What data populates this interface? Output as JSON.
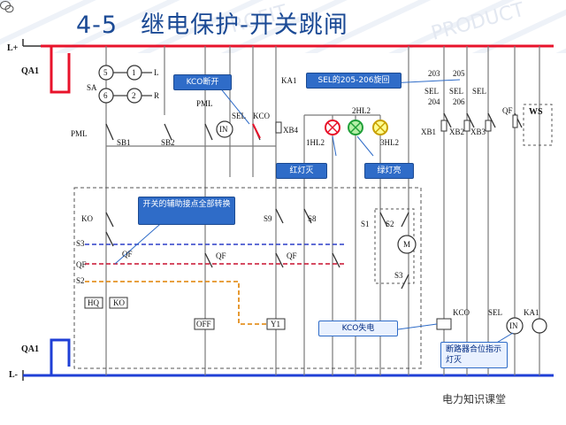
{
  "title": {
    "number": "4-5",
    "text": "继电保护-开关跳闸"
  },
  "labels": {
    "l_plus": "L+",
    "l_minus": "L-",
    "qa1_top": "QA1",
    "qa1_bottom": "QA1",
    "m5": "5",
    "m1": "1",
    "m6": "6",
    "m2": "2",
    "l": "L",
    "r": "R",
    "sa": "SA",
    "pml_left": "PML",
    "pml_mid": "PML",
    "sb1": "SB1",
    "sb2": "SB2",
    "in_left": "IN",
    "in_right": "IN",
    "sel_top": "SEL",
    "kco_top": "KCO",
    "ka1_top": "KA1",
    "ka1_right": "KA1",
    "xb4": "XB4",
    "hl1": "1HL2",
    "hl2": "2HL2",
    "hl3": "3HL2",
    "n203": "203",
    "n205": "205",
    "n204": "204",
    "n206": "206",
    "sel_a": "SEL",
    "sel_b": "SEL",
    "sel_c": "SEL",
    "sel_bottom": "SEL",
    "qf_top": "QF",
    "ws": "WS",
    "xb1": "XB1",
    "xb2": "XB2",
    "xb3": "XB3",
    "ko_left": "KO",
    "s3_left": "S3",
    "qf_left": "QF",
    "qf_left2": "QF",
    "s2_left": "S2",
    "hq": "HQ",
    "ko_box": "KO",
    "s9": "S9",
    "s8": "S8",
    "qf_mid1": "QF",
    "qf_mid2": "QF",
    "s1": "S1",
    "s2": "S2",
    "s3": "S3",
    "motor": "M",
    "off": "OFF",
    "y1": "Y1",
    "kco_bottom": "KCO"
  },
  "callouts": {
    "kco_open": "KCO断开",
    "sel_rotate": "SEL的205-206旋回",
    "red_off": "红灯灭",
    "green_on": "绿灯亮",
    "aux_switch": "开关的辅助接点全部转换",
    "kco_lose": "KCO失电",
    "breaker_ind": "断路器合位指示灯灭"
  },
  "footer": {
    "source": "电力知识课堂"
  },
  "colors": {
    "red_bus": "#e8132b",
    "blue_bus": "#1f3fd6",
    "dash_orange": "#e08000",
    "dash_blue": "#2b3ec9",
    "dash_red": "#c8102e",
    "callout": "#2f6cc8",
    "title": "#1b4a95"
  }
}
